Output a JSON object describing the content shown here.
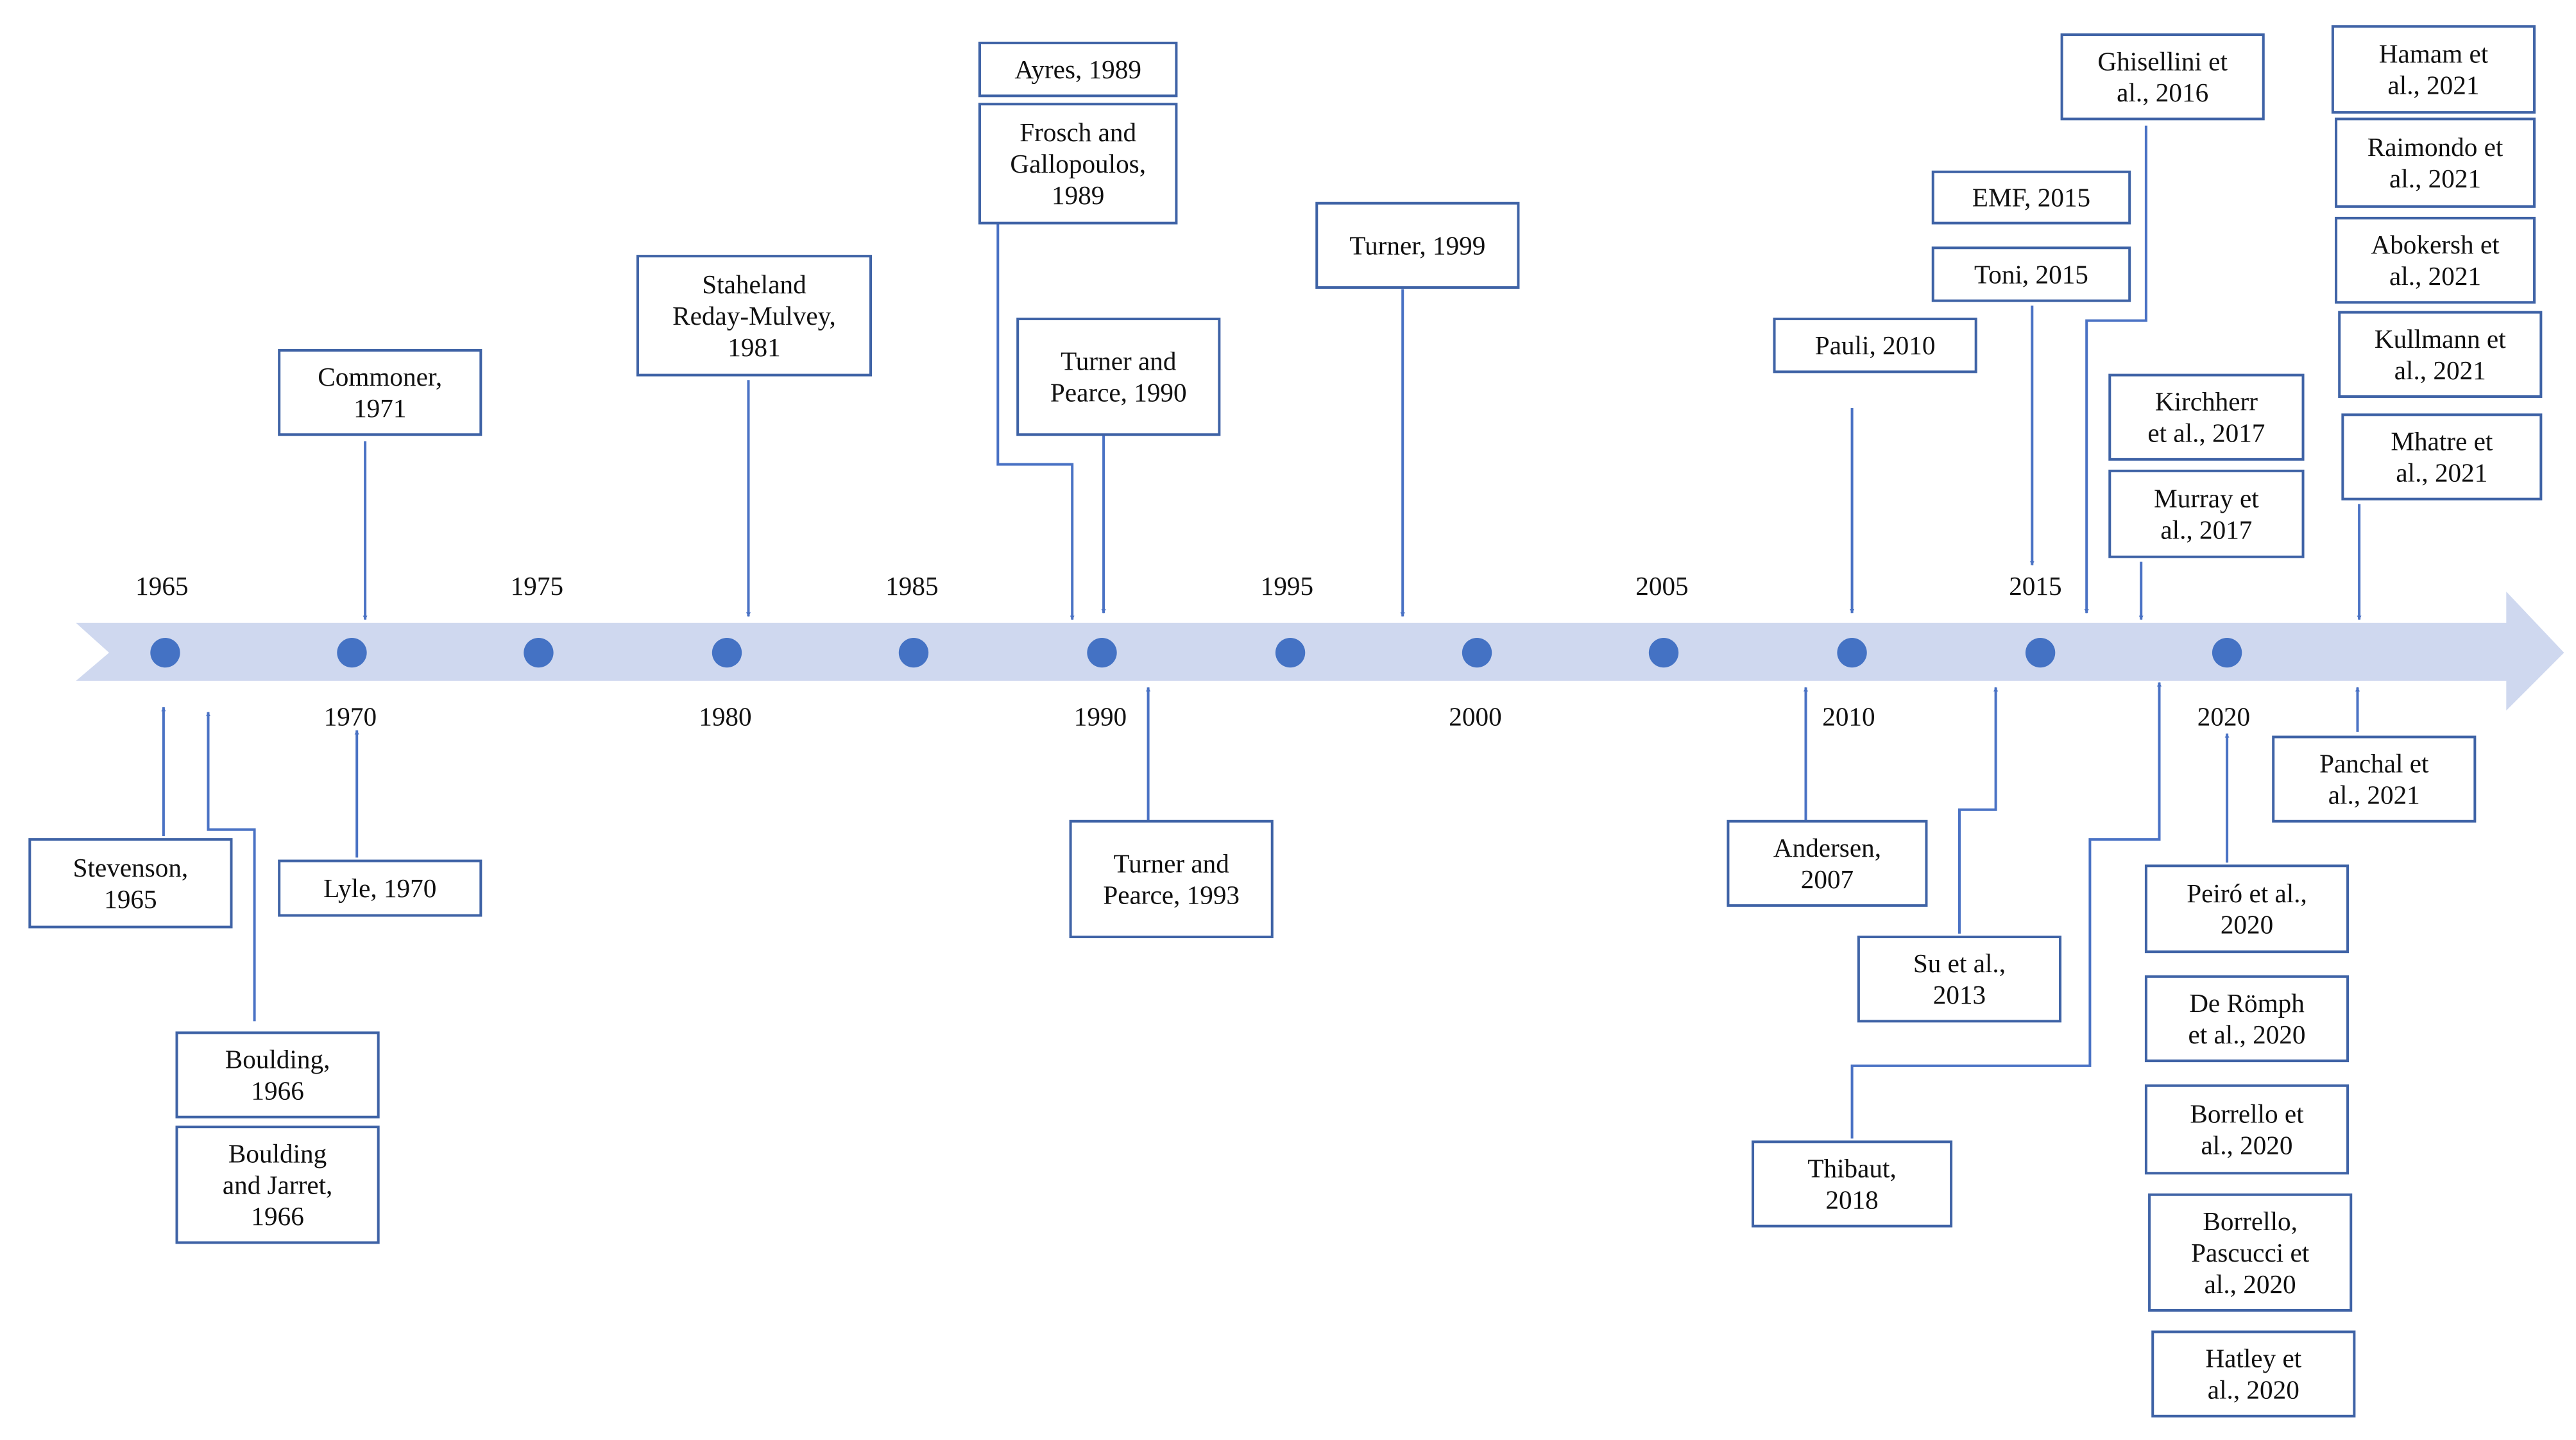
{
  "colors": {
    "band": "#cfd8ef",
    "dot": "#4472c4",
    "box_border": "#3f63a6",
    "connector": "#4a72c4",
    "text": "#111111"
  },
  "years_above": [
    "1965",
    "1975",
    "1985",
    "1995",
    "2005",
    "2015"
  ],
  "years_below": [
    "1970",
    "1980",
    "1990",
    "2000",
    "2010",
    "2020"
  ],
  "references": [
    {
      "id": "ayres-1989",
      "lines": [
        "Ayres, 1989"
      ]
    },
    {
      "id": "frosch-1989",
      "lines": [
        "Frosch and",
        "Gallopoulos,",
        "1989"
      ]
    },
    {
      "id": "staheland-1981",
      "lines": [
        "Staheland",
        "Reday-Mulvey,",
        "1981"
      ]
    },
    {
      "id": "commoner-1971",
      "lines": [
        "Commoner,",
        "1971"
      ]
    },
    {
      "id": "turner-pearce-1990",
      "lines": [
        "Turner and",
        "Pearce, 1990"
      ]
    },
    {
      "id": "turner-1999",
      "lines": [
        "Turner, 1999"
      ]
    },
    {
      "id": "pauli-2010",
      "lines": [
        "Pauli, 2010"
      ]
    },
    {
      "id": "emf-2015",
      "lines": [
        "EMF, 2015"
      ]
    },
    {
      "id": "toni-2015",
      "lines": [
        "Toni, 2015"
      ]
    },
    {
      "id": "ghisellini-2016",
      "lines": [
        "Ghisellini et",
        "al., 2016"
      ]
    },
    {
      "id": "kirchherr-2017",
      "lines": [
        "Kirchherr",
        "et al., 2017"
      ]
    },
    {
      "id": "murray-2017",
      "lines": [
        "Murray et",
        "al., 2017"
      ]
    },
    {
      "id": "hamam-2021",
      "lines": [
        "Hamam et",
        "al., 2021"
      ]
    },
    {
      "id": "raimondo-2021",
      "lines": [
        "Raimondo et",
        "al., 2021"
      ]
    },
    {
      "id": "abokersh-2021",
      "lines": [
        "Abokersh et",
        "al., 2021"
      ]
    },
    {
      "id": "kullmann-2021",
      "lines": [
        "Kullmann et",
        "al., 2021"
      ]
    },
    {
      "id": "mhatre-2021",
      "lines": [
        "Mhatre et",
        "al., 2021"
      ]
    },
    {
      "id": "stevenson-1965",
      "lines": [
        "Stevenson,",
        "1965"
      ]
    },
    {
      "id": "lyle-1970",
      "lines": [
        "Lyle, 1970"
      ]
    },
    {
      "id": "boulding-1966",
      "lines": [
        "Boulding,",
        "1966"
      ]
    },
    {
      "id": "boulding-jarret-1966",
      "lines": [
        "Boulding",
        "and Jarret,",
        "1966"
      ]
    },
    {
      "id": "turner-pearce-1993",
      "lines": [
        "Turner and",
        "Pearce, 1993"
      ]
    },
    {
      "id": "andersen-2007",
      "lines": [
        "Andersen,",
        "2007"
      ]
    },
    {
      "id": "su-2013",
      "lines": [
        "Su et al.,",
        "2013"
      ]
    },
    {
      "id": "thibaut-2018",
      "lines": [
        "Thibaut,",
        "2018"
      ]
    },
    {
      "id": "panchal-2021",
      "lines": [
        "Panchal et",
        "al., 2021"
      ]
    },
    {
      "id": "peiro-2020",
      "lines": [
        "Peiró et al.,",
        "2020"
      ]
    },
    {
      "id": "deromph-2020",
      "lines": [
        "De Römph",
        "et al., 2020"
      ]
    },
    {
      "id": "borrello-2020",
      "lines": [
        "Borrello et",
        "al., 2020"
      ]
    },
    {
      "id": "borrello-pascucci-2020",
      "lines": [
        "Borrello,",
        "Pascucci et",
        "al., 2020"
      ]
    },
    {
      "id": "hatley-2020",
      "lines": [
        "Hatley et",
        "al., 2020"
      ]
    }
  ]
}
